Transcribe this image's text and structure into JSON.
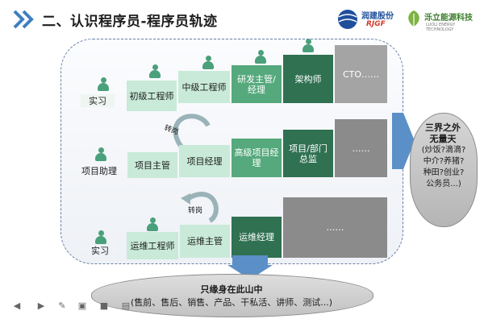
{
  "header": {
    "title": "二、认识程序员-程序员轨迹",
    "logo1_text": "润建股份",
    "logo1_sub": "RJGF",
    "logo2_text": "泺立能源科技",
    "logo2_sub": "LUOLI ENERGY TECHNOLOGY"
  },
  "row1": {
    "s1": "实习",
    "s2": "初级工程师",
    "s3": "中级工程师",
    "s4": "研发主管/经理",
    "s5": "架构师",
    "s6": "CTO……"
  },
  "row2": {
    "s1": "项目助理",
    "s2": "项目主管",
    "s3": "项目经理",
    "s4": "高级项目经理",
    "s5": "项目/部门总监",
    "s6": "……"
  },
  "row3": {
    "s1": "实习",
    "s2": "运维工程师",
    "s3": "运维主管",
    "s4": "运维经理",
    "s5": "……"
  },
  "transfer_label_1": "转岗",
  "transfer_label_2": "转岗",
  "side": {
    "title_line1": "三界之外",
    "title_line2": "无量天",
    "body": "(炒饭?滴滴?中介?养猪?种田?创业?公务员...)"
  },
  "bottom": {
    "line1": "只缘身在此山中",
    "line2": "(售前、售后、销售、产品、干私活、讲师、测试...)"
  },
  "colors": {
    "light_green": "#c9ead9",
    "mid_green": "#55a97c",
    "dark_green": "#2f7151",
    "gray": "#a4a4a4",
    "arrow_blue": "#5b8fc7"
  }
}
